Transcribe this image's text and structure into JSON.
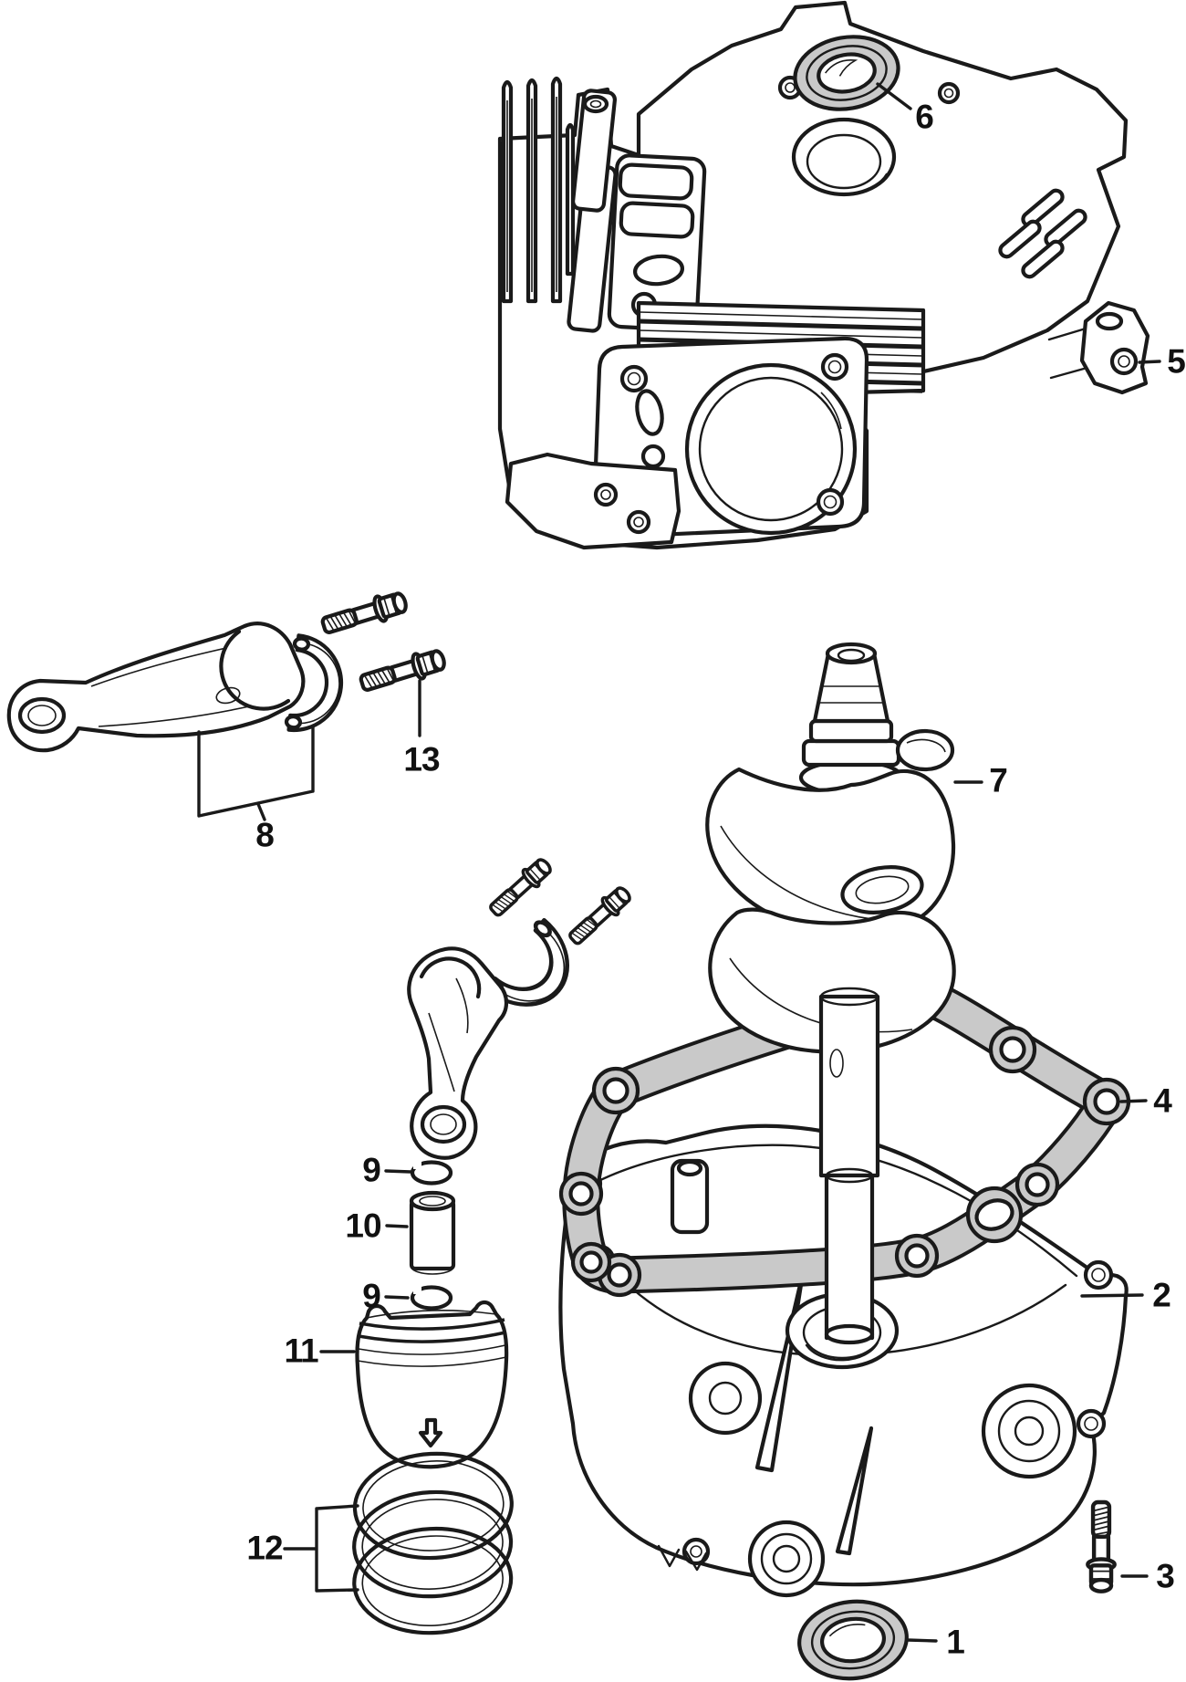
{
  "diagram": {
    "type": "exploded-parts-diagram",
    "subject": "engine crankcase, crankshaft and piston assembly",
    "colors": {
      "line": "#1a1a1a",
      "paper": "#ffffff",
      "shaded_fill": "#c9c9c9",
      "label_color": "#111111"
    },
    "callouts": [
      {
        "label": "1",
        "part": "oil-seal-bottom"
      },
      {
        "label": "2",
        "part": "crankcase-sump"
      },
      {
        "label": "3",
        "part": "flange-bolt"
      },
      {
        "label": "4",
        "part": "sump-gasket"
      },
      {
        "label": "5",
        "part": "cylinder-block"
      },
      {
        "label": "6",
        "part": "oil-seal-top"
      },
      {
        "label": "7",
        "part": "crankshaft"
      },
      {
        "label": "8",
        "part": "connecting-rod-assembly"
      },
      {
        "label": "9",
        "part": "piston-pin-circlip-upper"
      },
      {
        "label": "10",
        "part": "piston-pin"
      },
      {
        "label": "9",
        "part": "piston-pin-circlip-lower"
      },
      {
        "label": "11",
        "part": "piston"
      },
      {
        "label": "12",
        "part": "piston-ring-set"
      },
      {
        "label": "13",
        "part": "connecting-rod-bolts"
      }
    ]
  }
}
